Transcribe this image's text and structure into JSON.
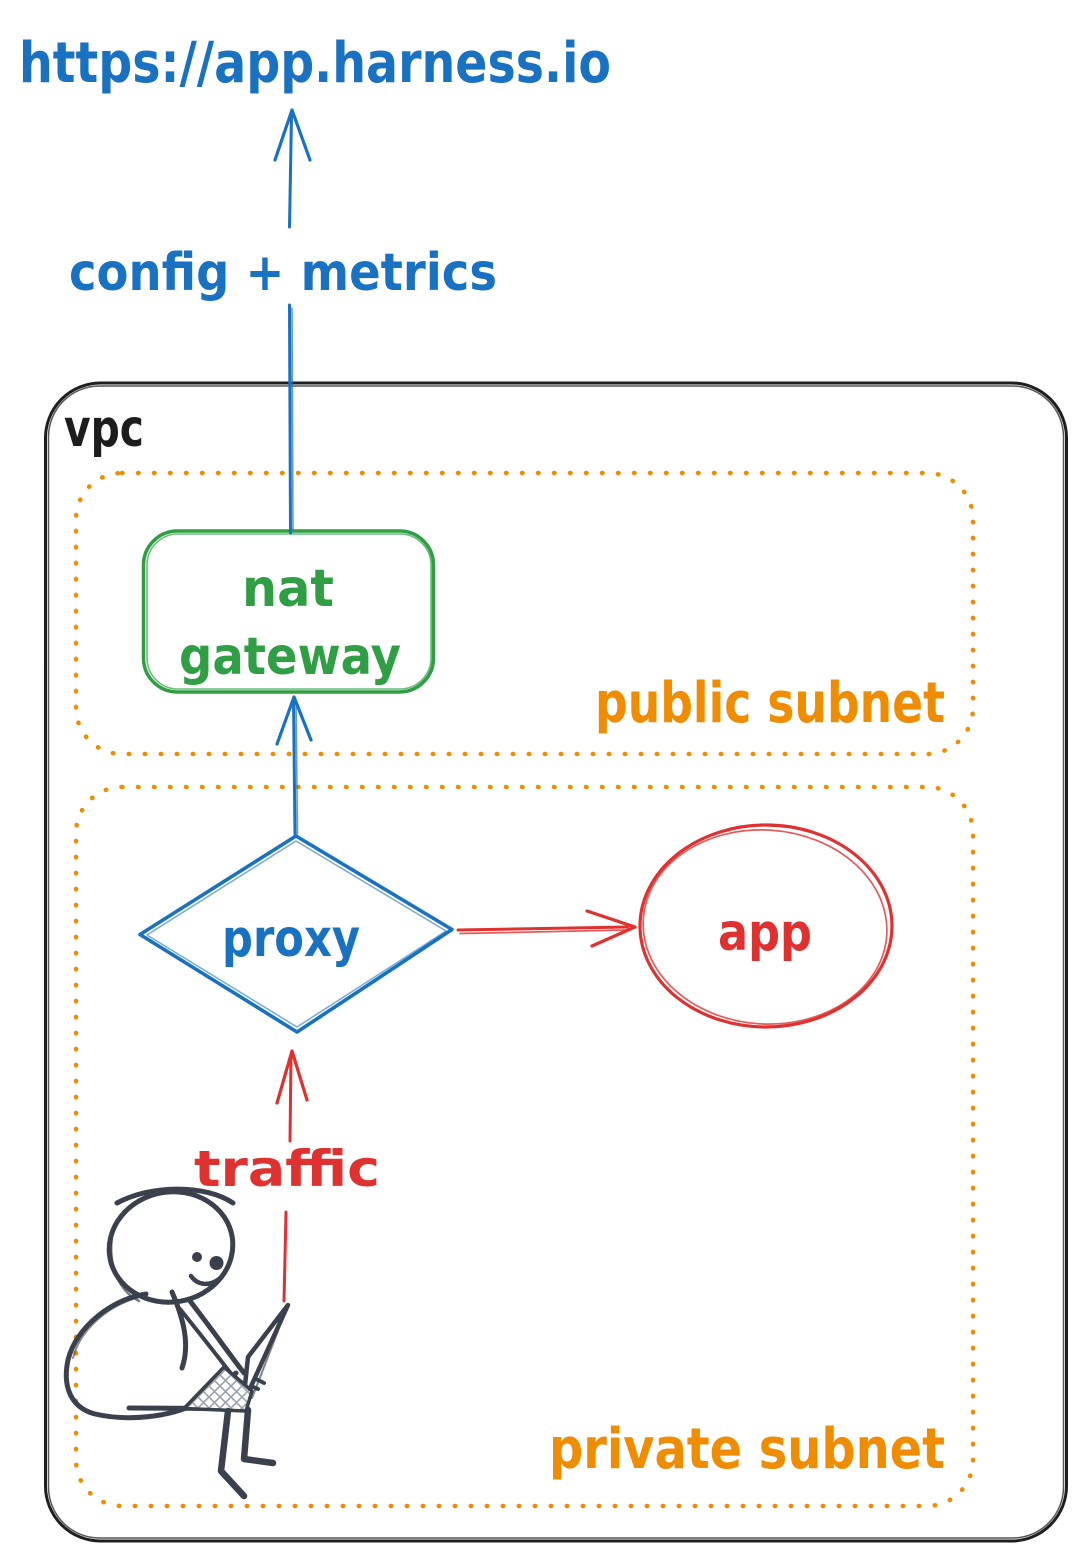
{
  "title": "vpc traffic architecture sketch",
  "labels": {
    "external_url": "https://app.harness.io",
    "config_metrics": "config + metrics",
    "vpc": "vpc",
    "public_subnet": "public subnet",
    "private_subnet": "private subnet",
    "nat_line1": "nat",
    "nat_line2": "gateway",
    "proxy": "proxy",
    "app": "app",
    "traffic": "traffic"
  },
  "colors": {
    "blue": "#1971c2",
    "green": "#2f9e44",
    "orange": "#f08c00",
    "red": "#e03131",
    "ink": "#1e1e1e",
    "figure": "#3b414c",
    "laptop_hatch": "#9aa3ad"
  },
  "edges": [
    {
      "from": "user",
      "to": "proxy",
      "label": "traffic",
      "color": "#e03131"
    },
    {
      "from": "proxy",
      "to": "app",
      "label": "",
      "color": "#e03131"
    },
    {
      "from": "proxy",
      "to": "nat gateway",
      "label": "",
      "color": "#1971c2"
    },
    {
      "from": "nat gateway",
      "to": "https://app.harness.io",
      "label": "config + metrics",
      "color": "#1971c2"
    }
  ]
}
